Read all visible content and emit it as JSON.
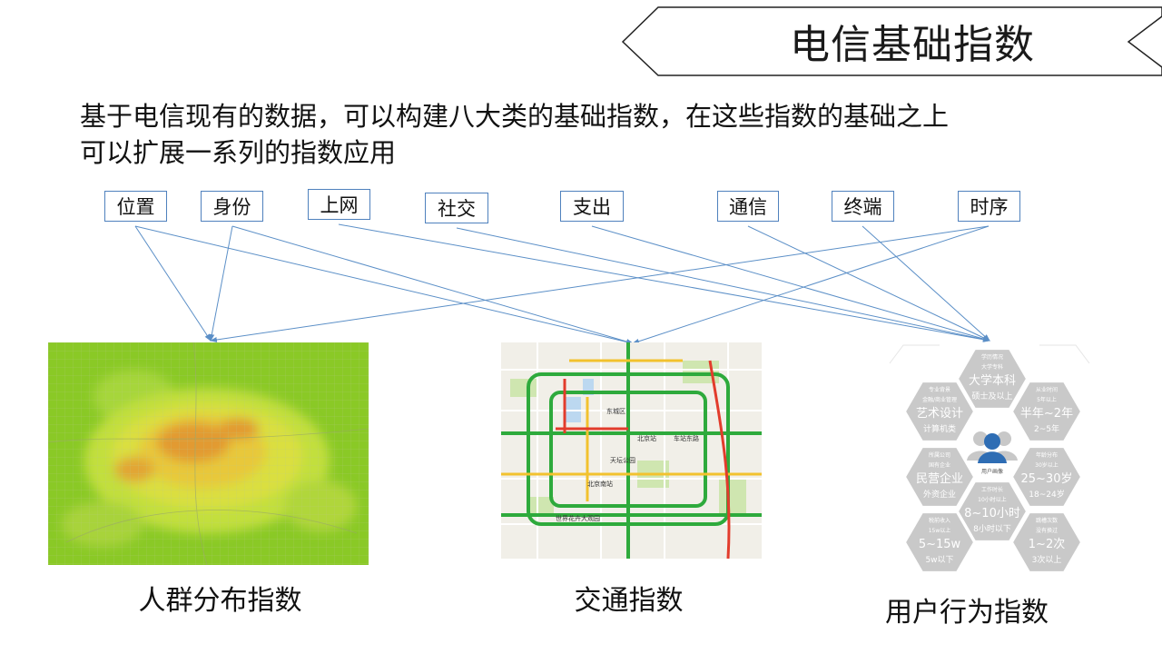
{
  "title": "电信基础指数",
  "intro": {
    "line1": "基于电信现有的数据，可以构建八大类的基础指数，在这些指数的基础之上",
    "line2": "可以扩展一系列的指数应用"
  },
  "categories": [
    "位置",
    "身份",
    "上网",
    "社交",
    "支出",
    "通信",
    "终端",
    "时序"
  ],
  "indices": {
    "crowd": "人群分布指数",
    "traffic": "交通指数",
    "behavior": "用户行为指数"
  },
  "traffic_map_labels": [
    "东城区",
    "北京站",
    "北京南站",
    "天坛公园",
    "车站东路",
    "世界花卉大观园"
  ],
  "user_profile": {
    "center": "用户画像",
    "cells": [
      {
        "title": "学历情况",
        "sub": "大学专科",
        "main": "大学本科",
        "sub2": "硕士及以上"
      },
      {
        "title": "从业时间",
        "sub": "5年以上",
        "main": "半年~2年",
        "sub2": "2~5年"
      },
      {
        "title": "年龄分布",
        "sub": "30岁以上",
        "main": "25~30岁",
        "sub2": "18~24岁"
      },
      {
        "title": "跳槽次数",
        "sub": "没有换过",
        "main": "1~2次",
        "sub2": "3次以上"
      },
      {
        "title": "税前收入",
        "sub": "15w以上",
        "main": "5~15w",
        "sub2": "5w以下"
      },
      {
        "title": "所属公司",
        "sub": "国有企业",
        "main": "民营企业",
        "sub2": "外资企业"
      },
      {
        "title": "专业背景",
        "sub": "金融/商业管理",
        "main": "艺术设计",
        "sub2": "计算机类"
      },
      {
        "title": "工作时长",
        "sub": "10小时以上",
        "main": "8~10小时",
        "sub2": "8小时以下"
      }
    ]
  }
}
